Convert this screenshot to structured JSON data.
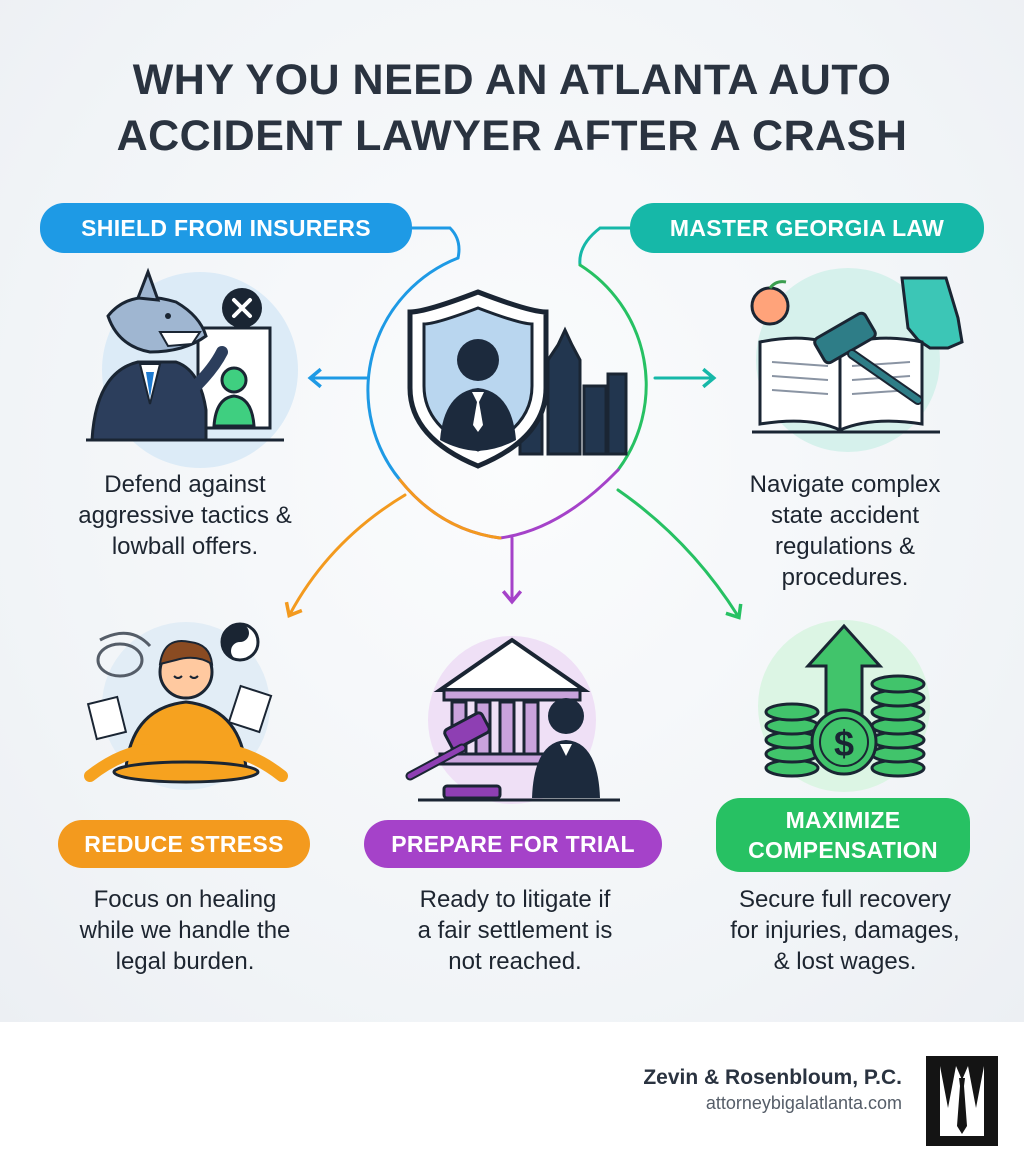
{
  "title": {
    "line1": "WHY YOU NEED AN ATLANTA AUTO",
    "line2": "ACCIDENT LAWYER AFTER A CRASH"
  },
  "benefits": {
    "shield": {
      "label": "SHIELD FROM INSURERS",
      "desc": [
        "Defend against",
        "aggressive tactics &",
        "lowball offers."
      ],
      "color": "#1e9ae5",
      "icon": "shark-executive-icon"
    },
    "law": {
      "label": "MASTER GEORGIA LAW",
      "desc": [
        "Navigate complex",
        "state accident",
        "regulations &",
        "procedures."
      ],
      "color": "#16b8a8",
      "icon": "law-book-gavel-icon"
    },
    "stress": {
      "label": "REDUCE STRESS",
      "desc": [
        "Focus on healing",
        "while we handle the",
        "legal burden."
      ],
      "color": "#f39a1e",
      "icon": "meditating-person-icon"
    },
    "trial": {
      "label": "PREPARE FOR TRIAL",
      "desc": [
        "Ready to litigate if",
        "a fair settlement is",
        "not reached."
      ],
      "color": "#a542c9",
      "icon": "courthouse-gavel-icon"
    },
    "comp": {
      "label": [
        "MAXIMIZE",
        "COMPENSATION"
      ],
      "desc": [
        "Secure full recovery",
        "for injuries, damages,",
        "& lost wages."
      ],
      "color": "#27c163",
      "icon": "money-growth-icon"
    }
  },
  "center_icon": "lawyer-shield-skyline-icon",
  "footer": {
    "firm": "Zevin & Rosenbloum, P.C.",
    "url": "attorneybigalatlanta.com",
    "logo_icon": "suit-tie-logo-icon"
  }
}
